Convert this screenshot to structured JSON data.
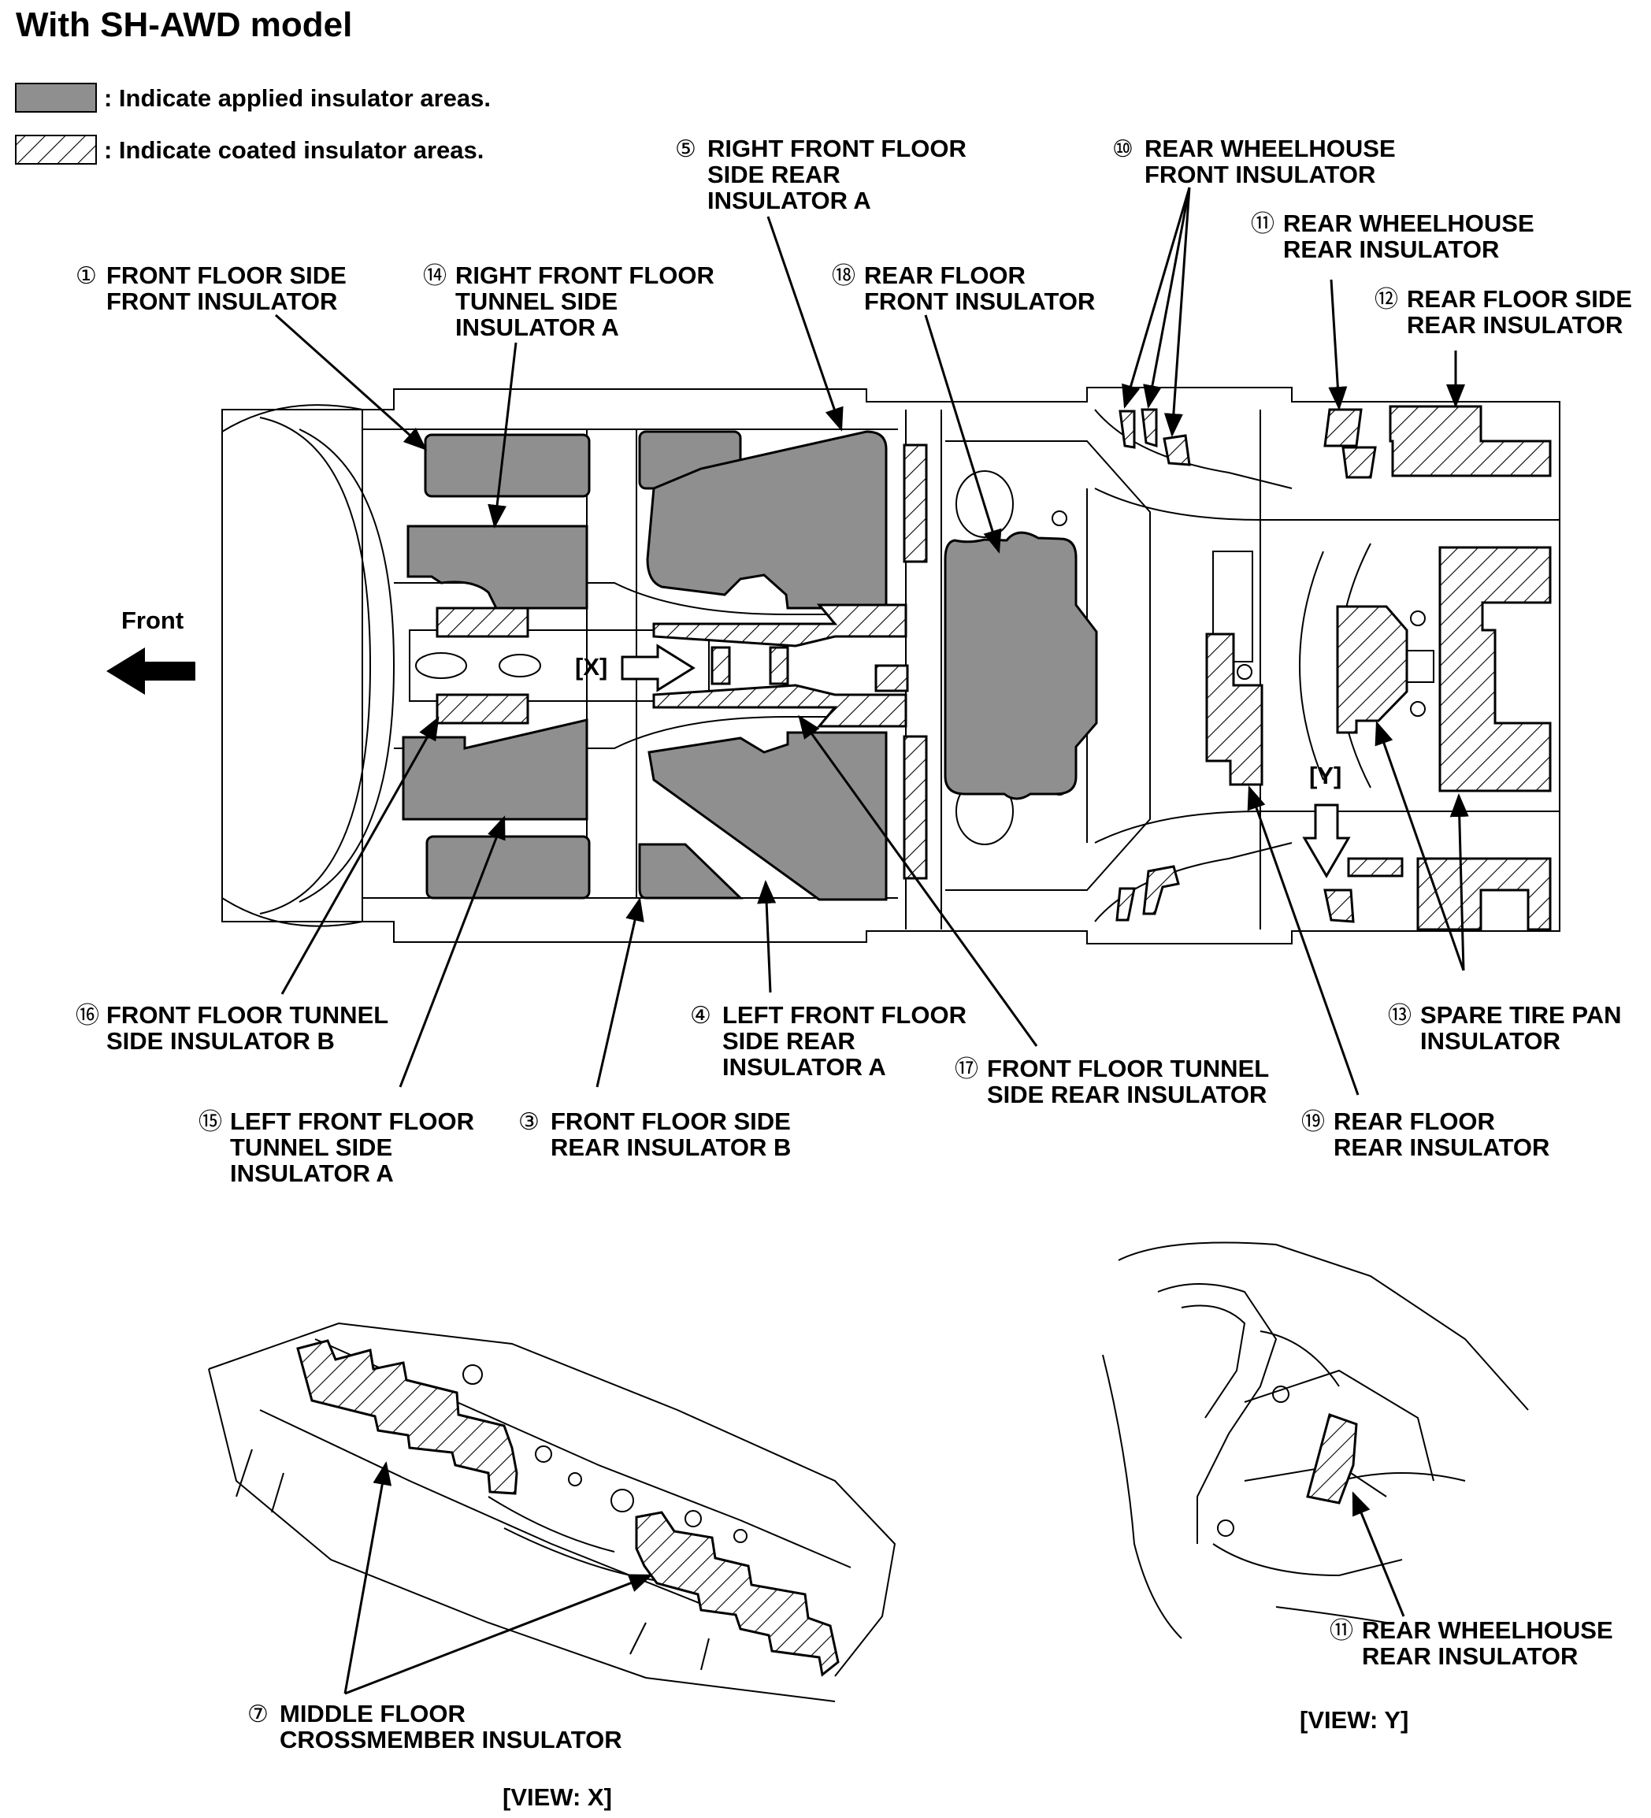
{
  "title": "With SH-AWD model",
  "legend": {
    "applied": ": Indicate applied insulator areas.",
    "coated": ": Indicate coated insulator areas."
  },
  "front_label": "Front",
  "view_markers": {
    "x": "[X]",
    "y": "[Y]"
  },
  "callouts": {
    "c1": {
      "num": "①",
      "line1": "FRONT FLOOR SIDE",
      "line2": "FRONT INSULATOR"
    },
    "c14": {
      "num": "⑭",
      "line1": "RIGHT FRONT FLOOR",
      "line2": "TUNNEL SIDE",
      "line3": "INSULATOR A"
    },
    "c5": {
      "num": "⑤",
      "line1": "RIGHT FRONT FLOOR",
      "line2": "SIDE REAR",
      "line3": "INSULATOR A"
    },
    "c18": {
      "num": "⑱",
      "line1": "REAR FLOOR",
      "line2": "FRONT INSULATOR"
    },
    "c10": {
      "num": "⑩",
      "line1": "REAR WHEELHOUSE",
      "line2": "FRONT INSULATOR"
    },
    "c11": {
      "num": "⑪",
      "line1": "REAR WHEELHOUSE",
      "line2": "REAR INSULATOR"
    },
    "c12": {
      "num": "⑫",
      "line1": "REAR FLOOR SIDE",
      "line2": "REAR INSULATOR"
    },
    "c16": {
      "num": "⑯",
      "line1": "FRONT FLOOR TUNNEL",
      "line2": "SIDE INSULATOR B"
    },
    "c15": {
      "num": "⑮",
      "line1": "LEFT FRONT FLOOR",
      "line2": "TUNNEL SIDE",
      "line3": "INSULATOR A"
    },
    "c3": {
      "num": "③",
      "line1": "FRONT FLOOR SIDE",
      "line2": "REAR INSULATOR B"
    },
    "c4": {
      "num": "④",
      "line1": "LEFT FRONT FLOOR",
      "line2": "SIDE REAR",
      "line3": "INSULATOR A"
    },
    "c17": {
      "num": "⑰",
      "line1": "FRONT FLOOR TUNNEL",
      "line2": "SIDE REAR INSULATOR"
    },
    "c19": {
      "num": "⑲",
      "line1": "REAR FLOOR",
      "line2": "REAR INSULATOR"
    },
    "c13": {
      "num": "⑬",
      "line1": "SPARE TIRE PAN",
      "line2": "INSULATOR"
    },
    "c7": {
      "num": "⑦",
      "line1": "MIDDLE FLOOR",
      "line2": "CROSSMEMBER INSULATOR"
    },
    "c11b": {
      "num": "⑪",
      "line1": "REAR WHEELHOUSE",
      "line2": "REAR INSULATOR"
    }
  },
  "view_captions": {
    "x": "[VIEW: X]",
    "y": "[VIEW: Y]"
  },
  "colors": {
    "applied_fill": "#8f8f8f",
    "line": "#000000"
  }
}
